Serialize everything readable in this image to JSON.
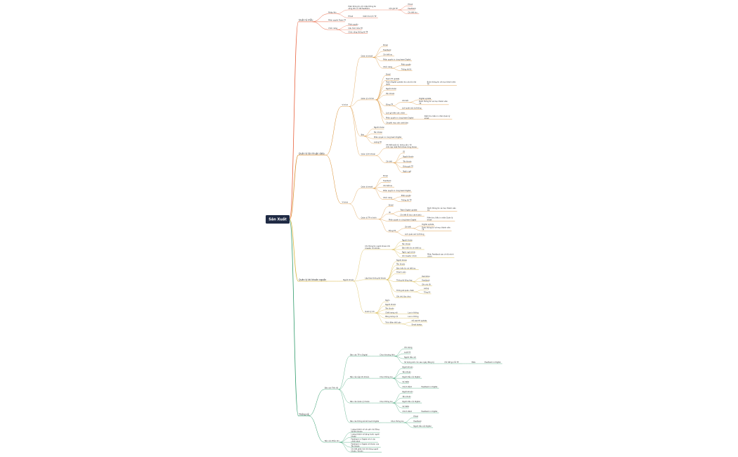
{
  "colors": {
    "root_bg": "#1f2a44",
    "branch_red": "#e8603c",
    "branch_orange": "#d98c2b",
    "branch_yellow": "#d6b23a",
    "branch_green": "#2e9b6a",
    "background": "#ffffff"
  },
  "root": "Sản Xuất",
  "branches": [
    {
      "label": "Quản lý mẫu",
      "color": "#e8603c",
      "children": [
        {
          "label": "Nhập liệu",
          "children": [
            {
              "label": "Hiển thông tin chỉ nhập thông tin sông đơn có để Feedback",
              "children": [
                {
                  "label": "Cột ghi TP",
                  "children": [
                    {
                      "label": "Email"
                    },
                    {
                      "label": "Feedback"
                    },
                    {
                      "label": "Chi tiết lưu"
                    }
                  ]
                }
              ]
            },
            {
              "label": "Email",
              "children": [
                {
                  "label": "Kiểm tra lịch TP"
                }
              ]
            }
          ]
        },
        {
          "label": "Phân quyền Team TP"
        },
        {
          "label": "Chức năng",
          "children": [
            {
              "label": "Phân quyền"
            },
            {
              "label": "Cấu hình mẫu TP"
            },
            {
              "label": "Chức năng thống kê TP"
            }
          ]
        }
      ]
    },
    {
      "label": "Quản lý tài nhuận data",
      "color": "#d98c2b",
      "children": [
        {
          "label": "Ví trình",
          "children": [
            {
              "label": "Quản lý email",
              "children": [
                {
                  "label": "Email"
                },
                {
                  "label": "Feedback"
                },
                {
                  "label": "Chi tiết lưu"
                },
                {
                  "label": "Phân quyền in cùng team Digital"
                },
                {
                  "label": "Chức năng",
                  "children": [
                    {
                      "label": "Phân quyền"
                    },
                    {
                      "label": "Thống kê lỗi"
                    }
                  ]
                }
              ]
            },
            {
              "label": "Quản lý ví trình",
              "children": [
                {
                  "label": "Email"
                },
                {
                  "label": "Team TP update"
                },
                {
                  "label": "Team Digital update nhu cầu từ nhà quản",
                  "children": [
                    {
                      "label": "Bước thông tin về mục thành viên TP"
                    }
                  ]
                },
                {
                  "label": "Người khoản"
                },
                {
                  "label": "Tên khoản"
                },
                {
                  "label": "Đóng TP",
                  "children": [
                    {
                      "label": "Chi tiết",
                      "children": [
                        {
                          "label": "Digital update"
                        },
                        {
                          "label": "Bước thông tin về mục thành viên TP"
                        }
                      ]
                    },
                    {
                      "label": "Lịch quản sức tự thông"
                    }
                  ]
                },
                {
                  "label": "Lịch ghi tiến cần chỉnh"
                },
                {
                  "label": "Phân quyền in cùng team Digital",
                  "children": [
                    {
                      "label": "Kiểm tra, Kiểu in nhãn Quản lý email"
                    }
                  ]
                },
                {
                  "label": "Chuyển mục cần cảnh báo"
                }
              ]
            },
            {
              "label": "Báo",
              "children": [
                {
                  "label": "Người khoản"
                },
                {
                  "label": "Tên khoản"
                },
                {
                  "label": "Phân quyền in cùng team Digital"
                },
                {
                  "label": "Lượng TP"
                }
              ]
            },
            {
              "label": "Quản lý ID khoản",
              "children": [
                {
                  "label": "Chi tiết quản lý, lượng vào / từ chối cập nhật thời khoản từng khoản"
                },
                {
                  "label": "Chi tiết",
                  "children": [
                    {
                      "label": "ID"
                    },
                    {
                      "label": "Người khoản"
                    },
                    {
                      "label": "Tên khoản"
                    },
                    {
                      "label": "Đóng gói TP"
                    },
                    {
                      "label": "Ngôn ngữ"
                    }
                  ]
                }
              ]
            }
          ]
        },
        {
          "label": "Ví trình",
          "children": [
            {
              "label": "Quản lý email",
              "children": [
                {
                  "label": "Email"
                },
                {
                  "label": "Feedback"
                },
                {
                  "label": "Chi tiết lưu"
                },
                {
                  "label": "Phân quyền in cùng team Digital"
                },
                {
                  "label": "Chức năng",
                  "children": [
                    {
                      "label": "Phân quyền"
                    },
                    {
                      "label": "Thống kê TP"
                    }
                  ]
                }
              ]
            },
            {
              "label": "Quản lý TP ví trình",
              "children": [
                {
                  "label": "Email"
                },
                {
                  "label": "ID",
                  "children": [
                    {
                      "label": "Team Digital update",
                      "children": [
                        {
                          "label": "Bước thông tin về mục thành viên TP"
                        }
                      ]
                    },
                    {
                      "label": "Chi tiết ID (lưu cảnh báo)"
                    }
                  ]
                },
                {
                  "label": "Phân quyền in cùng team Digital",
                  "children": [
                    {
                      "label": "Kiểm tra, Kiểu in nhãn Quản lý email"
                    }
                  ]
                },
                {
                  "label": "Đóng TP",
                  "children": [
                    {
                      "label": "Chi tiết",
                      "children": [
                        {
                          "label": "Digital update"
                        },
                        {
                          "label": "Bước thông tin về mục thành viên TP"
                        }
                      ]
                    },
                    {
                      "label": "Lịch quản sức tự thông"
                    }
                  ]
                }
              ]
            }
          ]
        }
      ]
    },
    {
      "label": "Quản lý tài khoản nguồn",
      "color": "#d6b23a",
      "children": [
        {
          "label": "Người khoản",
          "children": [
            {
              "label": "Chi thông tin người khoản Chi Creator chi khoản",
              "children": [
                {
                  "label": "Người khoản"
                },
                {
                  "label": "Tên khoản"
                },
                {
                  "label": "Bản hiển từ chi tiết lưu"
                },
                {
                  "label": "Ngôn ngữ chính"
                },
                {
                  "label": "Chi Creator chính",
                  "children": [
                    {
                      "label": "Phân Feedback sao chi từ mình chính"
                    }
                  ]
                }
              ]
            },
            {
              "label": "Lập theo thống kê khoản",
              "children": [
                {
                  "label": "Người khoản"
                },
                {
                  "label": "Tên khoản"
                },
                {
                  "label": "Bản hiển từ chi tiết lưu"
                },
                {
                  "label": "Thành viên"
                },
                {
                  "label": "Thống kê tổng hợp",
                  "children": [
                    {
                      "label": "Demotion"
                    },
                    {
                      "label": "Feedback"
                    },
                    {
                      "label": "Ghi chú lỗi"
                    }
                  ]
                },
                {
                  "label": "Thống kê quản chiến",
                  "children": [
                    {
                      "label": "Lượng"
                    },
                    {
                      "label": "Tổng lỗi"
                    }
                  ]
                },
                {
                  "label": "Ghi chú tùy chọn"
                }
              ]
            },
            {
              "label": "Quản lý chi",
              "children": [
                {
                  "label": "Ngôn"
                },
                {
                  "label": "Người khoản"
                },
                {
                  "label": "Tên khoản"
                },
                {
                  "label": "Chất lượng nội",
                  "children": [
                    {
                      "label": "Lưu in thống"
                    }
                  ]
                },
                {
                  "label": "Bảng lượng nội",
                  "children": [
                    {
                      "label": "Lưu in thống"
                    }
                  ]
                },
                {
                  "label": "Thời điểm kết luận",
                  "children": [
                    {
                      "label": "Hỗ lượt TP update"
                    },
                    {
                      "label": "Email status"
                    }
                  ]
                }
              ]
            }
          ]
        }
      ]
    },
    {
      "label": "Thống kê",
      "color": "#2e9b6a",
      "children": [
        {
          "label": "Báo cáo Tiến độ",
          "children": [
            {
              "label": "Báo cáo TP in Digital",
              "children": [
                {
                  "label": "Chọn khoảng thời",
                  "children": [
                    {
                      "label": "Chi lượng"
                    },
                    {
                      "label": "Lượt TP"
                    },
                    {
                      "label": "Người đầu nội"
                    },
                    {
                      "label": "Số lượng ánh còn sau ngày đăng ký",
                      "children": [
                        {
                          "label": "Chi tiết gọi lỗi TP",
                          "children": [
                            {
                              "label": "Biểu",
                              "children": [
                                {
                                  "label": "Feedback in Digital"
                                }
                              ]
                            }
                          ]
                        }
                      ]
                    }
                  ]
                }
              ]
            },
            {
              "label": "Báo cáo Lập khi khoản",
              "children": [
                {
                  "label": "Chọn thống lưu",
                  "children": [
                    {
                      "label": "Người khoản"
                    },
                    {
                      "label": "Tên khoản"
                    },
                    {
                      "label": "Người đầu nội Digital"
                    },
                    {
                      "label": "Số điểm"
                    },
                    {
                      "label": "Chỉnh đánh",
                      "children": [
                        {
                          "label": "Feedback in Digital"
                        }
                      ]
                    }
                  ]
                }
              ]
            },
            {
              "label": "Báo cáo Quản lý khoản",
              "children": [
                {
                  "label": "Chọn thống lưu",
                  "children": [
                    {
                      "label": "Người khoản"
                    },
                    {
                      "label": "Tên khoản"
                    },
                    {
                      "label": "Người đầu nội Digital"
                    },
                    {
                      "label": "Số điểm"
                    },
                    {
                      "label": "Chỉnh đánh",
                      "children": [
                        {
                          "label": "Feedback in Digital"
                        }
                      ]
                    }
                  ]
                }
              ]
            },
            {
              "label": "Báo cáo thống kê kế hoạch Digital",
              "children": [
                {
                  "label": "Chọn thống lưu",
                  "children": [
                    {
                      "label": "Email"
                    },
                    {
                      "label": "Feedback"
                    },
                    {
                      "label": "Người đầu nội Digital"
                    }
                  ]
                }
              ]
            }
          ]
        },
        {
          "label": "Báo cáo Phân khi",
          "children": [
            {
              "label": "Lượng khách về các ghi chú đăng ký/đơn khoản"
            },
            {
              "label": "Lượng khách về bảng trước người khoản"
            },
            {
              "label": "Feedback in Digital về ví cứu chính sách"
            },
            {
              "label": "Feedback in Digital về khoản của Tên khoản"
            },
            {
              "label": "Chi tiết phân tích khi từng người khoản / khoản"
            }
          ]
        }
      ]
    }
  ]
}
